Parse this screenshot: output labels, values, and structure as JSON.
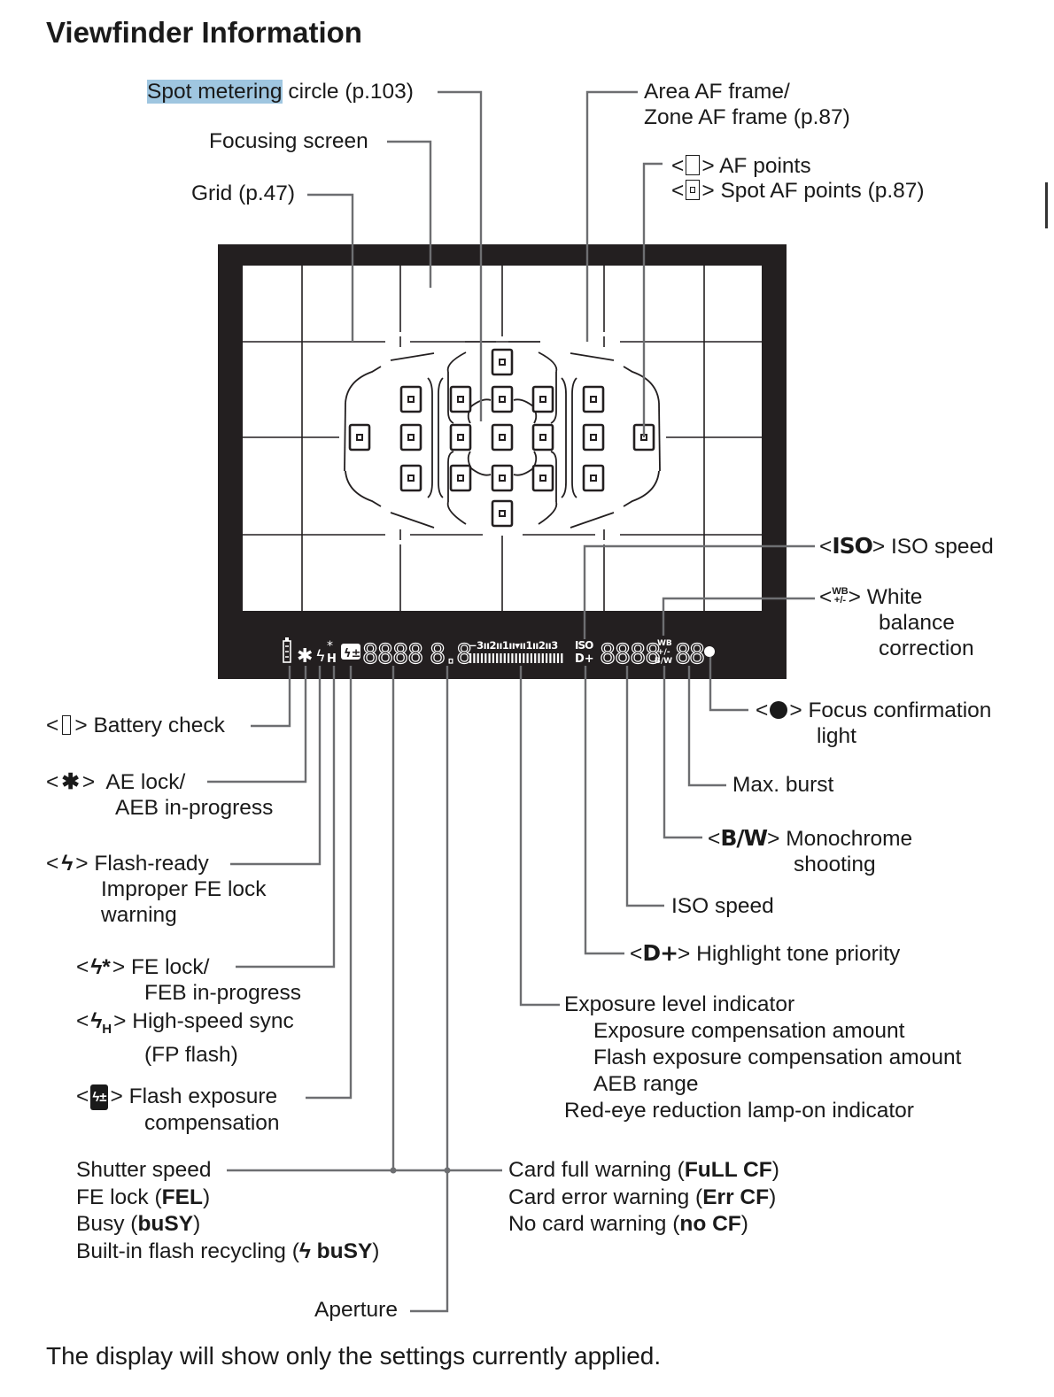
{
  "title": "Viewfinder Information",
  "footer": "The display will show only the settings currently applied.",
  "top_labels": {
    "spot_metering_highlight": "Spot metering",
    "spot_metering_rest": " circle (p.103)",
    "focusing_screen": "Focusing screen",
    "grid": "Grid (p.47)",
    "area_af_line1": "Area AF frame/",
    "area_af_line2": "Zone AF frame (p.87)",
    "af_points": "AF points",
    "spot_af_points": "Spot AF points (p.87)"
  },
  "right_labels": {
    "iso_symbol": "ISO",
    "iso_speed": "ISO speed",
    "wb_symbol_top": "WB",
    "wb_symbol_bottom": "+/-",
    "wb_line1": "White",
    "wb_line2": "balance",
    "wb_line3": "correction",
    "focus_line1": "Focus confirmation",
    "focus_line2": "light",
    "max_burst": "Max. burst",
    "bw_symbol": "B/W",
    "mono_line1": "Monochrome",
    "mono_line2": "shooting",
    "iso_speed_2": "ISO speed",
    "dplus_symbol": "D+",
    "highlight_tone": "Highlight tone priority",
    "exposure_level": "Exposure level indicator",
    "exposure_comp": "Exposure compensation amount",
    "flash_exposure_comp": "Flash exposure compensation amount",
    "aeb_range": "AEB range",
    "red_eye": "Red-eye reduction lamp-on indicator"
  },
  "left_labels": {
    "battery": "Battery check",
    "ae_line1": "AE lock/",
    "ae_line2": "AEB in-progress",
    "flash_line1": "Flash-ready",
    "flash_line2": "Improper FE lock",
    "flash_line3": "warning",
    "fe_line1": "FE lock/",
    "fe_line2": "FEB in-progress",
    "hss_line1": "High-speed sync",
    "hss_line2": "(FP flash)",
    "fec_line1": "Flash exposure",
    "fec_line2": "compensation"
  },
  "bottom_labels": {
    "shutter_speed": "Shutter speed",
    "fe_lock_prefix": "FE lock (",
    "fe_lock_code": "FEL",
    "busy_prefix": "Busy (",
    "busy_code": "buSY",
    "builtin_prefix": "Built-in flash recycling (",
    "builtin_code": "buSY",
    "aperture": "Aperture",
    "card_full_prefix": "Card full warning (",
    "card_full_code": "FuLL CF",
    "card_error_prefix": "Card error warning (",
    "card_error_code": "Err CF",
    "no_card_prefix": "No card warning (",
    "no_card_code": "no CF",
    "close_paren": ")"
  },
  "lcd": {
    "shutter_digits": "8888",
    "aperture_digits": "8.8",
    "scale": "-3..2..1..▼..1..2..+3",
    "iso_tag": "ISO",
    "dplus_tag": "D+",
    "iso_digits": "8888",
    "wb_tag": "WB",
    "wb_pm": "+/-",
    "bw_tag": "B/W",
    "burst_digits": "88"
  },
  "colors": {
    "frame": "#231f20",
    "leader": "#6d6e71",
    "highlight": "#9fc6e0",
    "text": "#1a1a1a"
  }
}
